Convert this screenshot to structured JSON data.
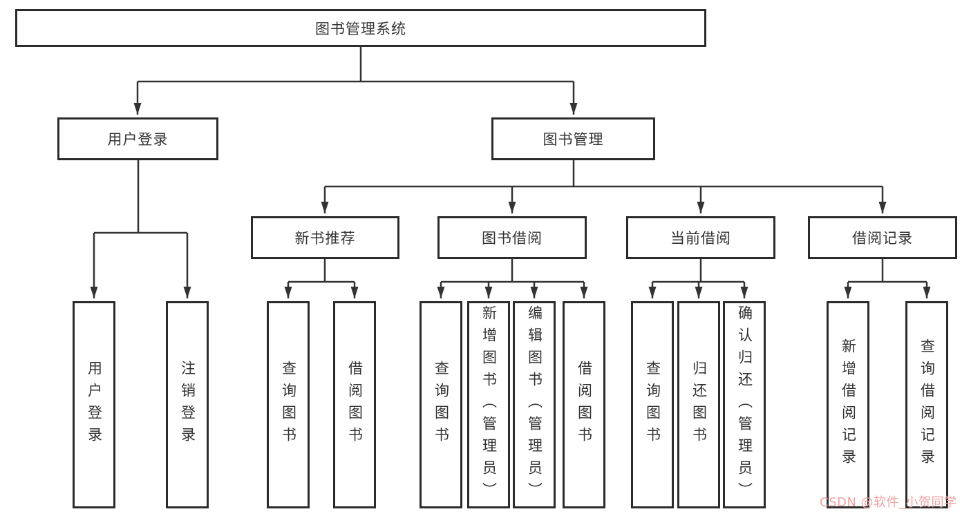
{
  "diagram": {
    "root": {
      "label": "图书管理系统"
    },
    "level2": [
      {
        "label": "用户登录"
      },
      {
        "label": "图书管理"
      }
    ],
    "level3": [
      {
        "label": "新书推荐"
      },
      {
        "label": "图书借阅"
      },
      {
        "label": "当前借阅"
      },
      {
        "label": "借阅记录"
      }
    ],
    "leaves": [
      {
        "label": "用户登录"
      },
      {
        "label": "注销登录"
      },
      {
        "label": "查询图书"
      },
      {
        "label": "借阅图书"
      },
      {
        "label": "查询图书"
      },
      {
        "label": "新增图书（管理员）"
      },
      {
        "label": "编辑图书（管理员）"
      },
      {
        "label": "借阅图书"
      },
      {
        "label": "查询图书"
      },
      {
        "label": "归还图书"
      },
      {
        "label": "确认归还（管理员）"
      },
      {
        "label": "新增借阅记录"
      },
      {
        "label": "查询借阅记录"
      }
    ],
    "watermark": "CSDN @软件_小贺同学",
    "colors": {
      "line": "#333333",
      "box_border": "#2b2b2b",
      "box_fill": "#ffffff",
      "text": "#333333",
      "watermark": "#f0a2a2"
    }
  }
}
